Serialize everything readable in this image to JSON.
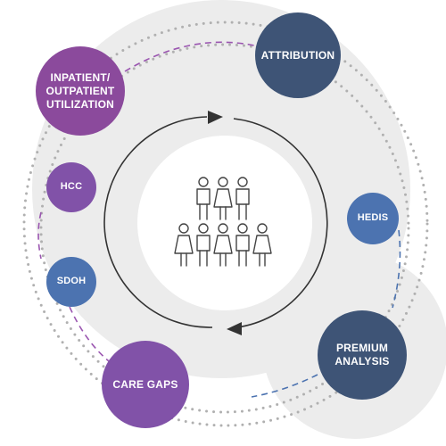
{
  "colors": {
    "purple": "#8152a8",
    "magenta": "#8b4a9c",
    "navy": "#3e5476",
    "blue": "#4c73b0",
    "gray_bg": "#ececec",
    "dots": "#b0b0b0",
    "dash_purple": "#9a55b0",
    "dash_blue": "#4c73b0",
    "arrow": "#333333"
  },
  "center_icon": "group-of-people-icon",
  "cycle_icon": "circular-arrows-icon",
  "nodes": {
    "inpatient": {
      "label": "INPATIENT/\nOUTPATIENT\nUTILIZATION",
      "color": "#8b4a9c"
    },
    "attribution": {
      "label": "ATTRIBUTION",
      "color": "#3e5476"
    },
    "hcc": {
      "label": "HCC",
      "color": "#8152a8"
    },
    "hedis": {
      "label": "HEDIS",
      "color": "#4c73b0"
    },
    "sdoh": {
      "label": "SDOH",
      "color": "#4c73b0"
    },
    "premium": {
      "label": "PREMIUM\nANALYSIS",
      "color": "#3e5476"
    },
    "caregaps": {
      "label": "CARE GAPS",
      "color": "#8152a8"
    }
  }
}
